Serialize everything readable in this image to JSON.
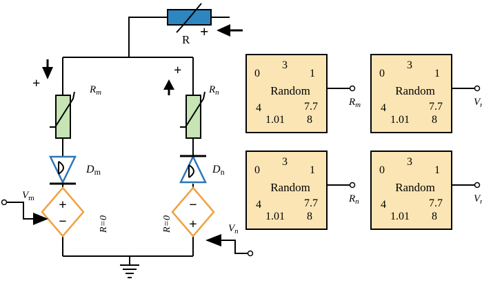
{
  "colors": {
    "wire": "#000000",
    "thermistor_top": "#2e86c1",
    "varistor_fill": "#c6e4b4",
    "diode_outline": "#2e75b6",
    "source_outline": "#f0a040",
    "block_fill": "#fbe5b4"
  },
  "labels": {
    "top_resistor": "R",
    "top_plus": "+",
    "rm_main": "R",
    "rm_sub": "m",
    "rn_main": "R",
    "rn_sub": "n",
    "rm_plus": "+",
    "rn_plus": "+",
    "dm_main": "D",
    "dm_sub": "m",
    "dn_main": "D",
    "dn_sub": "n",
    "vm_main": "V",
    "vm_sub": "m",
    "vn_main": "V",
    "vn_sub": "n",
    "r_zero_left": "R=0",
    "r_zero_right": "R=0",
    "src_left_top": "+",
    "src_left_bot": "−",
    "src_right_top": "−",
    "src_right_bot": "+"
  },
  "blocks": [
    {
      "tl": "0",
      "tm": "3",
      "tr": "1",
      "center": "Random",
      "ml": "4",
      "mr": "7.7",
      "bl": "1.01",
      "br": "8",
      "out_main": "R",
      "out_sub": "m"
    },
    {
      "tl": "0",
      "tm": "3",
      "tr": "1",
      "center": "Random",
      "ml": "4",
      "mr": "7.7",
      "bl": "1.01",
      "br": "8",
      "out_main": "V",
      "out_sub": "m"
    },
    {
      "tl": "0",
      "tm": "3",
      "tr": "1",
      "center": "Random",
      "ml": "4",
      "mr": "7.7",
      "bl": "1.01",
      "br": "8",
      "out_main": "R",
      "out_sub": "n"
    },
    {
      "tl": "0",
      "tm": "3",
      "tr": "1",
      "center": "Random",
      "ml": "4",
      "mr": "7.7",
      "bl": "1.01",
      "br": "8",
      "out_main": "V",
      "out_sub": "n"
    }
  ]
}
